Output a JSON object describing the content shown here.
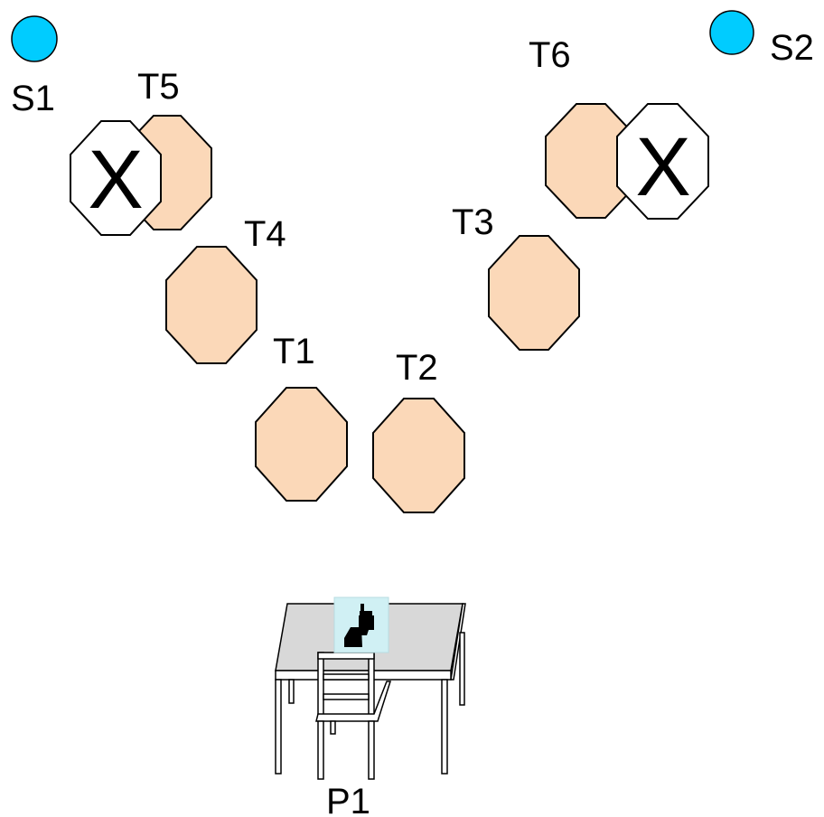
{
  "colors": {
    "target_fill": "#fbd8b8",
    "no_shoot_fill": "#ffffff",
    "steel_fill": "#00ccff",
    "table_top": "#d8d8d8",
    "table_frame": "#ffffff",
    "gun_box": "#d0f0f4"
  },
  "steels": [
    {
      "id": "s1",
      "label": "S1"
    },
    {
      "id": "s2",
      "label": "S2"
    }
  ],
  "targets": [
    {
      "id": "t1",
      "label": "T1"
    },
    {
      "id": "t2",
      "label": "T2"
    },
    {
      "id": "t3",
      "label": "T3"
    },
    {
      "id": "t4",
      "label": "T4"
    },
    {
      "id": "t5",
      "label": "T5"
    },
    {
      "id": "t6",
      "label": "T6"
    }
  ],
  "no_shoots": [
    {
      "id": "ns1",
      "mark": "X"
    },
    {
      "id": "ns2",
      "mark": "X"
    }
  ],
  "start_position": {
    "label": "P1",
    "icons": [
      "table-icon",
      "chair-icon",
      "pistol-icon"
    ]
  }
}
